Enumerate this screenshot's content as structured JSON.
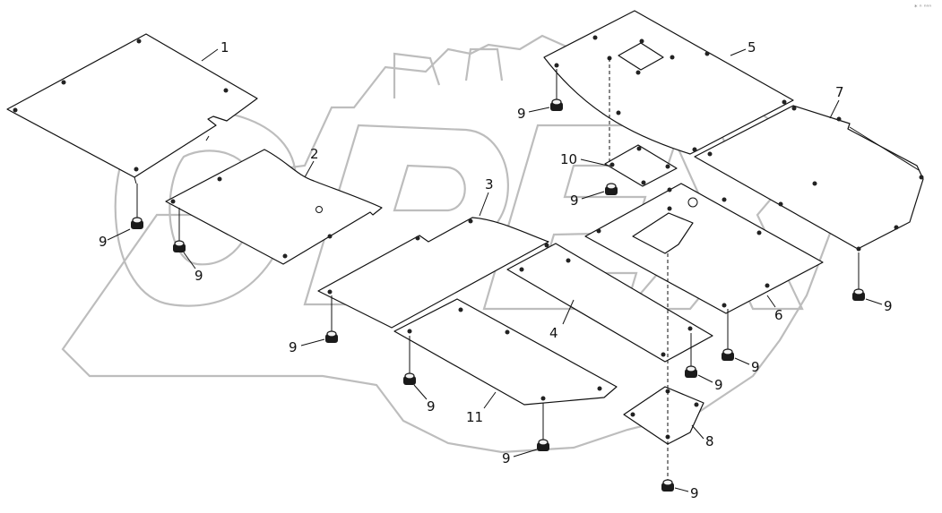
{
  "watermark": {
    "brand": "OPEX"
  },
  "corner_mark": "* ⁿ ⁿⁿⁿ",
  "labels": {
    "p1": "1",
    "p2": "2",
    "p3": "3",
    "p4": "4",
    "p5": "5",
    "p6": "6",
    "p7": "7",
    "p8": "8",
    "p10": "10",
    "p11": "11",
    "f9": "9"
  },
  "colors": {
    "line": "#111111",
    "watermark": "#bdbdbd"
  }
}
